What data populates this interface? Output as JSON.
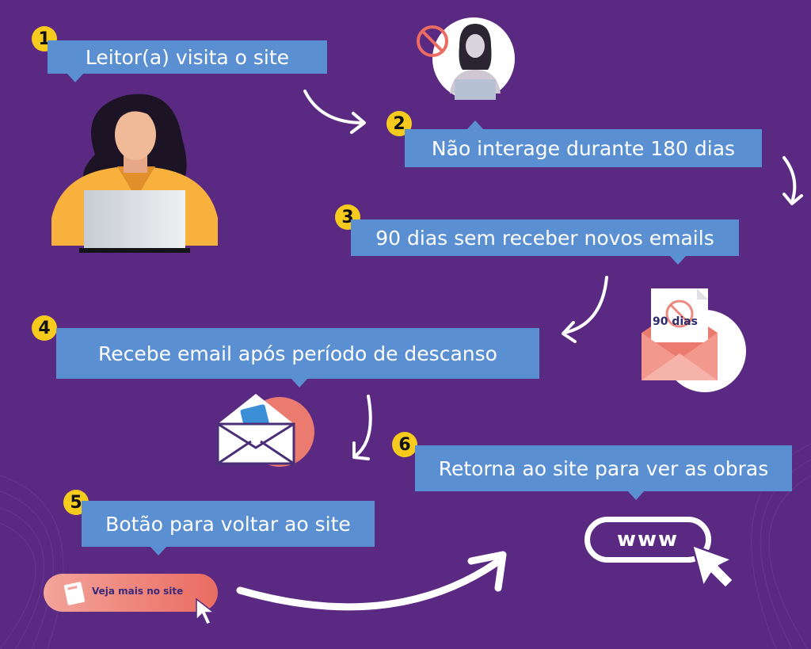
{
  "steps": [
    {
      "number": "1",
      "text": "Leitor(a) visita o site"
    },
    {
      "number": "2",
      "text": "Não interage durante 180 dias"
    },
    {
      "number": "3",
      "text": "90 dias sem receber novos emails"
    },
    {
      "number": "4",
      "text": "Recebe email após período de descanso"
    },
    {
      "number": "5",
      "text": "Botão para voltar ao site"
    },
    {
      "number": "6",
      "text": "Retorna ao site para ver as obras"
    }
  ],
  "envelope_label": "90 dias",
  "cta_button_label": "Veja mais no site",
  "www_label": "www",
  "colors": {
    "background": "#5a2a82",
    "bubble": "#5a8fd2",
    "badge": "#f6cb1d",
    "accent_pink": "#ea6c62",
    "shirt": "#f8b13c"
  }
}
